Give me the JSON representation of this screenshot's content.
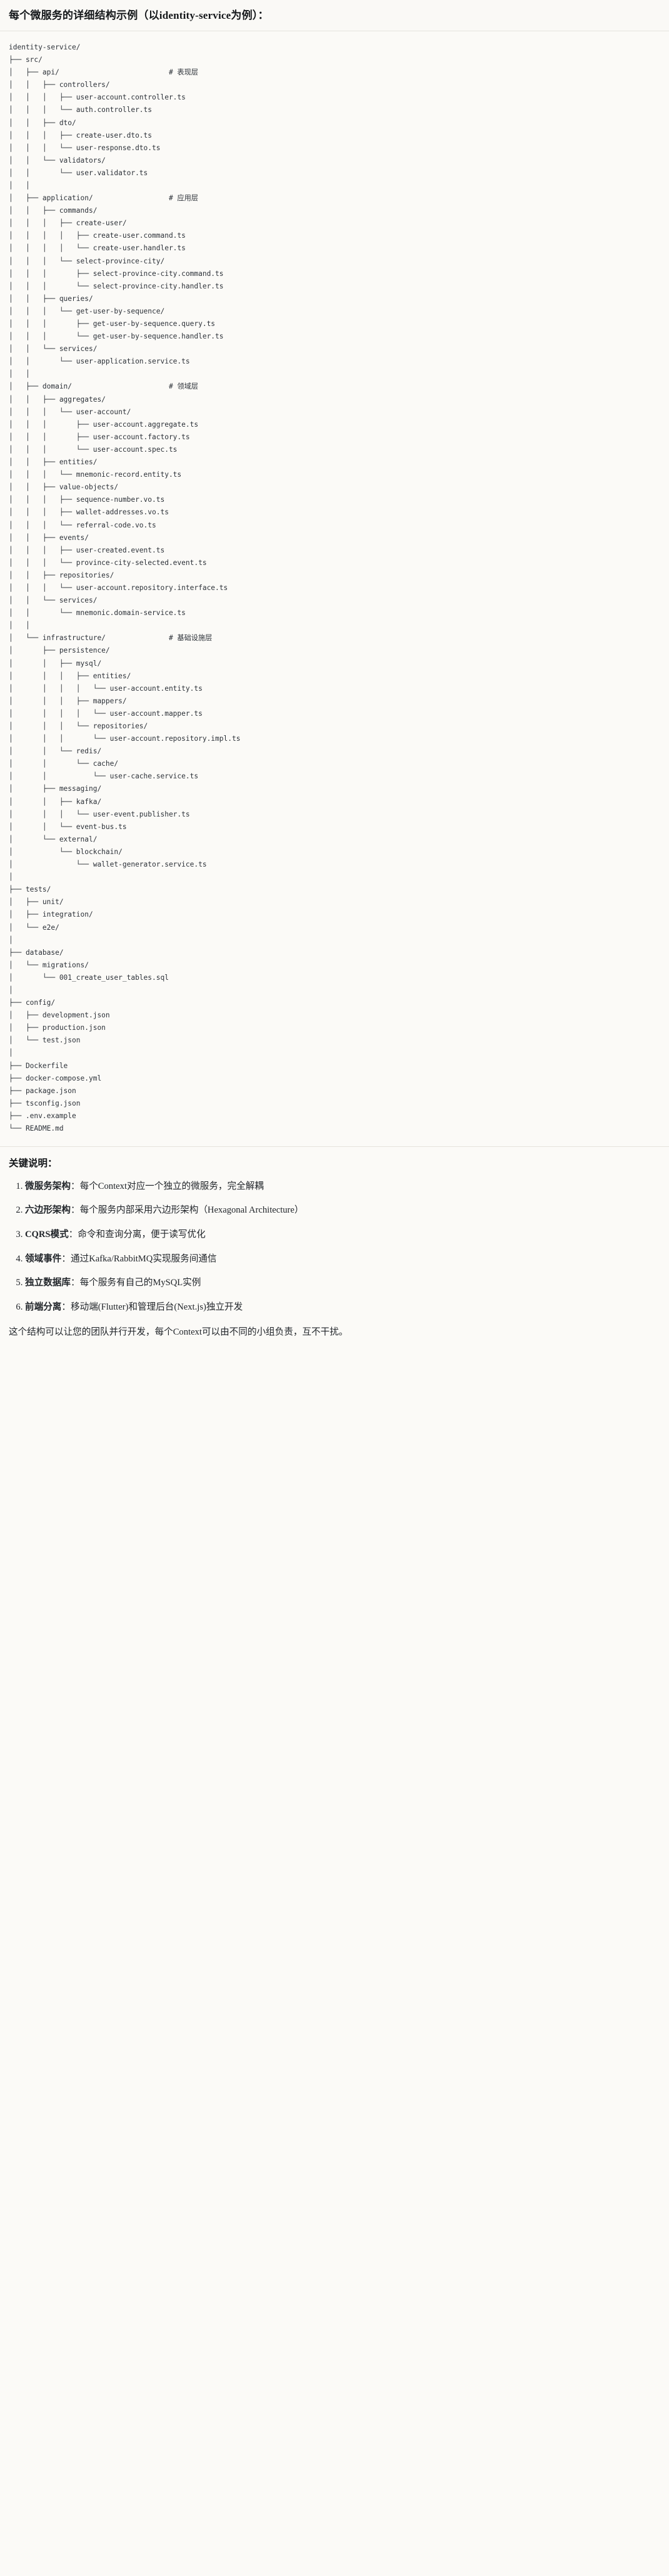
{
  "header": {
    "title": "每个微服务的详细结构示例（以identity-service为例）："
  },
  "code_block": {
    "language": "text",
    "tree_text": "identity-service/\n├── src/\n│   ├── api/                          # 表现层\n│   │   ├── controllers/\n│   │   │   ├── user-account.controller.ts\n│   │   │   └── auth.controller.ts\n│   │   ├── dto/\n│   │   │   ├── create-user.dto.ts\n│   │   │   └── user-response.dto.ts\n│   │   └── validators/\n│   │       └── user.validator.ts\n│   │\n│   ├── application/                  # 应用层\n│   │   ├── commands/\n│   │   │   ├── create-user/\n│   │   │   │   ├── create-user.command.ts\n│   │   │   │   └── create-user.handler.ts\n│   │   │   └── select-province-city/\n│   │   │       ├── select-province-city.command.ts\n│   │   │       └── select-province-city.handler.ts\n│   │   ├── queries/\n│   │   │   └── get-user-by-sequence/\n│   │   │       ├── get-user-by-sequence.query.ts\n│   │   │       └── get-user-by-sequence.handler.ts\n│   │   └── services/\n│   │       └── user-application.service.ts\n│   │\n│   ├── domain/                       # 领域层\n│   │   ├── aggregates/\n│   │   │   └── user-account/\n│   │   │       ├── user-account.aggregate.ts\n│   │   │       ├── user-account.factory.ts\n│   │   │       └── user-account.spec.ts\n│   │   ├── entities/\n│   │   │   └── mnemonic-record.entity.ts\n│   │   ├── value-objects/\n│   │   │   ├── sequence-number.vo.ts\n│   │   │   ├── wallet-addresses.vo.ts\n│   │   │   └── referral-code.vo.ts\n│   │   ├── events/\n│   │   │   ├── user-created.event.ts\n│   │   │   └── province-city-selected.event.ts\n│   │   ├── repositories/\n│   │   │   └── user-account.repository.interface.ts\n│   │   └── services/\n│   │       └── mnemonic.domain-service.ts\n│   │\n│   └── infrastructure/               # 基础设施层\n│       ├── persistence/\n│       │   ├── mysql/\n│       │   │   ├── entities/\n│       │   │   │   └── user-account.entity.ts\n│       │   │   ├── mappers/\n│       │   │   │   └── user-account.mapper.ts\n│       │   │   └── repositories/\n│       │   │       └── user-account.repository.impl.ts\n│       │   └── redis/\n│       │       └── cache/\n│       │           └── user-cache.service.ts\n│       ├── messaging/\n│       │   ├── kafka/\n│       │   │   └── user-event.publisher.ts\n│       │   └── event-bus.ts\n│       └── external/\n│           └── blockchain/\n│               └── wallet-generator.service.ts\n│\n├── tests/\n│   ├── unit/\n│   ├── integration/\n│   └── e2e/\n│\n├── database/\n│   └── migrations/\n│       └── 001_create_user_tables.sql\n│\n├── config/\n│   ├── development.json\n│   ├── production.json\n│   └── test.json\n│\n├── Dockerfile\n├── docker-compose.yml\n├── package.json\n├── tsconfig.json\n├── .env.example\n└── README.md"
  },
  "notes": {
    "title": "关键说明：",
    "items": [
      {
        "lead": "微服务架构",
        "sep": "：",
        "body": "每个Context对应一个独立的微服务，完全解耦"
      },
      {
        "lead": "六边形架构",
        "sep": "：",
        "body": "每个服务内部采用六边形架构（Hexagonal Architecture）"
      },
      {
        "lead": "CQRS模式",
        "sep": "：",
        "body": "命令和查询分离，便于读写优化"
      },
      {
        "lead": "领域事件",
        "sep": "：",
        "body": "通过Kafka/RabbitMQ实现服务间通信"
      },
      {
        "lead": "独立数据库",
        "sep": "：",
        "body": "每个服务有自己的MySQL实例"
      },
      {
        "lead": "前端分离",
        "sep": "：",
        "body": "移动端(Flutter)和管理后台(Next.js)独立开发"
      }
    ],
    "closing": "这个结构可以让您的团队并行开发，每个Context可以由不同的小组负责，互不干扰。"
  },
  "colors": {
    "page_background": "#fbfaf7",
    "header_background": "#faf9f6",
    "divider": "#e6e3dd",
    "text": "#1f2328",
    "code_text": "#2c3138"
  }
}
